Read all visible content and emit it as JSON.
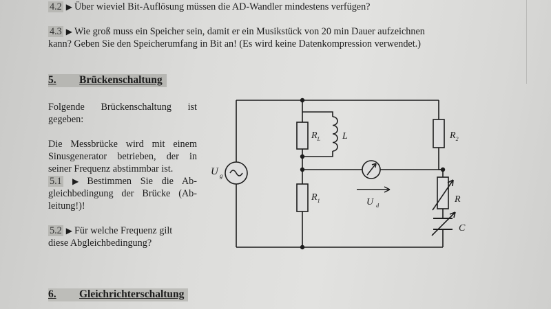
{
  "questions": [
    {
      "num": "4.2",
      "lines": [
        "Über wieviel Bit-Auflösung müssen die AD-Wandler mindestens verfügen?"
      ]
    },
    {
      "num": "4.3",
      "lines": [
        "Wie groß muss ein Speicher sein, damit er ein Musikstück von 20 min Dauer aufzeichnen",
        "kann? Geben Sie den Speicherumfang in Bit an! (Es wird keine Datenkompression verwendet.)"
      ]
    }
  ],
  "section5": {
    "number": "5.",
    "title": "Brückenschaltung",
    "intro_lines": [
      "Folgende Brückenschaltung ist",
      "gegeben:"
    ],
    "body_lines": [
      "Die Messbrücke wird mit einem",
      "Sinusgenerator betrieben, der in",
      "seiner Frequenz abstimmbar ist."
    ],
    "q51": {
      "num": "5.1",
      "lines": [
        "Bestimmen Sie die Ab-",
        "gleichbedingung der Brücke (Ab-",
        "leitung!)!"
      ]
    },
    "q52": {
      "num": "5.2",
      "lines": [
        "Für welche Frequenz gilt",
        "diese Abgleichbedingung?"
      ]
    }
  },
  "section6": {
    "number": "6.",
    "title": "Gleichrichterschaltung"
  },
  "circuit": {
    "source": {
      "label": "U",
      "sub": "g"
    },
    "R_L": {
      "label": "R",
      "sub": "L"
    },
    "L": {
      "label": "L"
    },
    "R_1": {
      "label": "R",
      "sub": "1"
    },
    "R_2": {
      "label": "R",
      "sub": "2"
    },
    "R": {
      "label": "R"
    },
    "C": {
      "label": "C"
    },
    "U_d": {
      "label": "U",
      "sub": "d"
    }
  }
}
